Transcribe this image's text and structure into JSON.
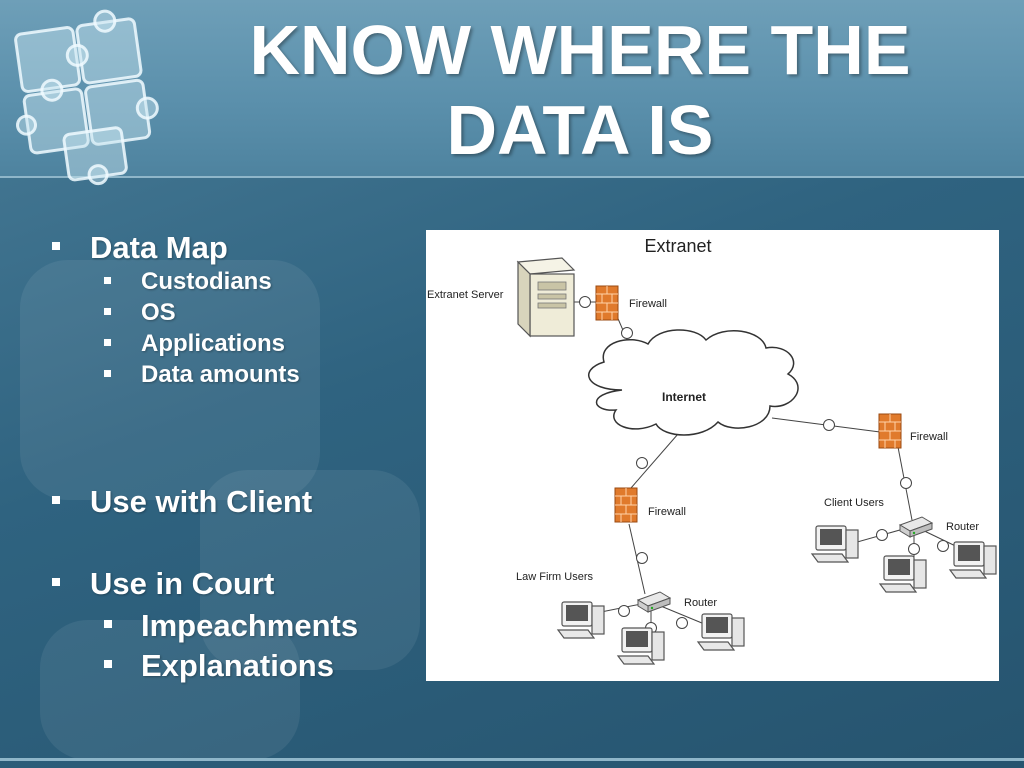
{
  "slide": {
    "title": "KNOW WHERE THE DATA IS",
    "title_lines": [
      "KNOW WHERE THE",
      "DATA IS"
    ]
  },
  "bullets": [
    {
      "label": "Data Map",
      "children": [
        "Custodians",
        "OS",
        "Applications",
        "Data amounts"
      ]
    },
    {
      "label": "Use with Client",
      "children": []
    },
    {
      "label": "Use in Court",
      "children": [
        "Impeachments",
        "Explanations"
      ]
    }
  ],
  "diagram": {
    "title": "Extranet",
    "labels": {
      "extranet_server": "Extranet Server",
      "firewall_top": "Firewall",
      "internet": "Internet",
      "firewall_right": "Firewall",
      "firewall_left": "Firewall",
      "client_users": "Client Users",
      "router_right": "Router",
      "law_firm_users": "Law Firm Users",
      "router_left": "Router"
    }
  },
  "colors": {
    "background": "#2f6380",
    "title_band": "#5a8fab",
    "text": "#ffffff",
    "firewall": "#e07a2c"
  }
}
